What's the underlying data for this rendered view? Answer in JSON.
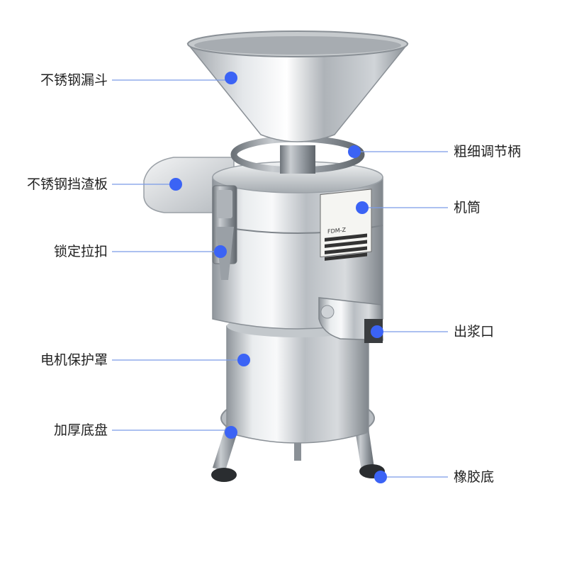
{
  "accent_color": "#3b63f5",
  "line_color": "#7a9be8",
  "labels": {
    "hopper": "不锈钢漏斗",
    "adjust_handle": "粗细调节柄",
    "slag_plate": "不锈钢挡渣板",
    "barrel": "机筒",
    "lock_buckle": "锁定拉扣",
    "outlet": "出浆口",
    "motor_cover": "电机保护罩",
    "base_plate": "加厚底盘",
    "rubber_feet": "橡胶底"
  },
  "nameplate": {
    "model": "FDM-Z"
  }
}
